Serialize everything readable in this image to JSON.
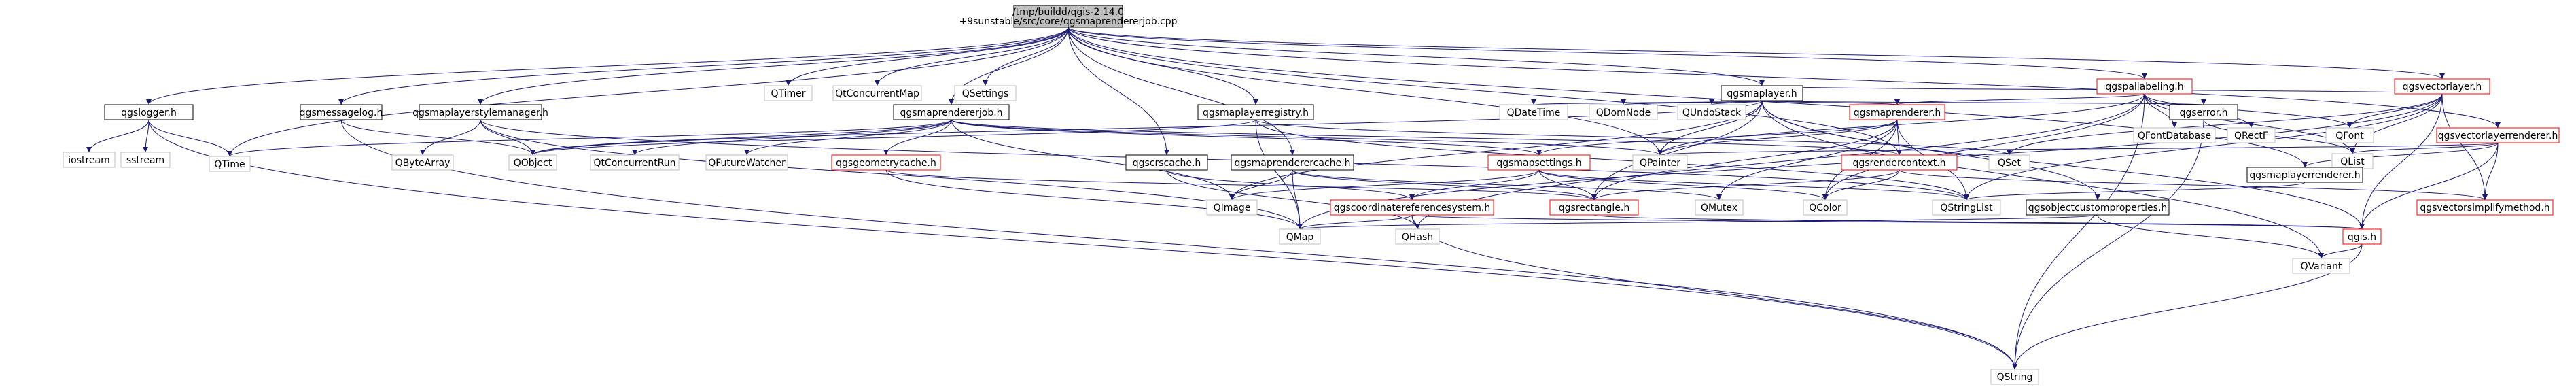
{
  "graph": {
    "nodes": [
      {
        "id": "root",
        "label": [
          "/tmp/buildd/qgis-2.14.0",
          "+9sunstable/src/core/qgsmaprendererjob.cpp"
        ],
        "style": "root"
      },
      {
        "id": "qgslogger",
        "label": [
          "qgslogger.h"
        ],
        "style": "normal"
      },
      {
        "id": "iostream",
        "label": [
          "iostream"
        ],
        "style": "system"
      },
      {
        "id": "sstream",
        "label": [
          "sstream"
        ],
        "style": "system"
      },
      {
        "id": "QTime",
        "label": [
          "QTime"
        ],
        "style": "system"
      },
      {
        "id": "qgsmessagelog",
        "label": [
          "qgsmessagelog.h"
        ],
        "style": "normal"
      },
      {
        "id": "QObject",
        "label": [
          "QObject"
        ],
        "style": "system"
      },
      {
        "id": "qgsmaplayerstylemanager",
        "label": [
          "qgsmaplayerstylemanager.h"
        ],
        "style": "normal"
      },
      {
        "id": "QByteArray",
        "label": [
          "QByteArray"
        ],
        "style": "system"
      },
      {
        "id": "QString",
        "label": [
          "QString"
        ],
        "style": "system"
      },
      {
        "id": "QTimer",
        "label": [
          "QTimer"
        ],
        "style": "system"
      },
      {
        "id": "QtConcurrentMap",
        "label": [
          "QtConcurrentMap"
        ],
        "style": "system"
      },
      {
        "id": "QSettings",
        "label": [
          "QSettings"
        ],
        "style": "system"
      },
      {
        "id": "qgsmaprendererjob",
        "label": [
          "qgsmaprendererjob.h"
        ],
        "style": "normal"
      },
      {
        "id": "QtConcurrentRun",
        "label": [
          "QtConcurrentRun"
        ],
        "style": "system"
      },
      {
        "id": "QFutureWatcher",
        "label": [
          "QFutureWatcher"
        ],
        "style": "system"
      },
      {
        "id": "qgsgeometrycache",
        "label": [
          "qgsgeometrycache.h"
        ],
        "style": "red"
      },
      {
        "id": "qgsmaplayerregistry",
        "label": [
          "qgsmaplayerregistry.h"
        ],
        "style": "normal"
      },
      {
        "id": "qgscrscache",
        "label": [
          "qgscrscache.h"
        ],
        "style": "normal"
      },
      {
        "id": "qgsmaprenderercache",
        "label": [
          "qgsmaprenderercache.h"
        ],
        "style": "normal"
      },
      {
        "id": "qgsmaplayer",
        "label": [
          "qgsmaplayer.h"
        ],
        "style": "normal"
      },
      {
        "id": "QDateTime",
        "label": [
          "QDateTime"
        ],
        "style": "system"
      },
      {
        "id": "QDomNode",
        "label": [
          "QDomNode"
        ],
        "style": "system"
      },
      {
        "id": "QUndoStack",
        "label": [
          "QUndoStack"
        ],
        "style": "system"
      },
      {
        "id": "qgsmaprenderer",
        "label": [
          "qgsmaprenderer.h"
        ],
        "style": "red"
      },
      {
        "id": "qgsmapsettings",
        "label": [
          "qgsmapsettings.h"
        ],
        "style": "red"
      },
      {
        "id": "QPainter",
        "label": [
          "QPainter"
        ],
        "style": "system"
      },
      {
        "id": "qgsrendercontext",
        "label": [
          "qgsrendercontext.h"
        ],
        "style": "red"
      },
      {
        "id": "qgserror",
        "label": [
          "qgserror.h"
        ],
        "style": "normal"
      },
      {
        "id": "QSet",
        "label": [
          "QSet"
        ],
        "style": "system"
      },
      {
        "id": "qgspallabeling",
        "label": [
          "qgspallabeling.h"
        ],
        "style": "red"
      },
      {
        "id": "QFontDatabase",
        "label": [
          "QFontDatabase"
        ],
        "style": "system"
      },
      {
        "id": "QRectF",
        "label": [
          "QRectF"
        ],
        "style": "system"
      },
      {
        "id": "QFont",
        "label": [
          "QFont"
        ],
        "style": "system"
      },
      {
        "id": "qgsvectorlayer",
        "label": [
          "qgsvectorlayer.h"
        ],
        "style": "red"
      },
      {
        "id": "qgsvectorlayerrenderer",
        "label": [
          "qgsvectorlayerrenderer.h"
        ],
        "style": "red"
      },
      {
        "id": "QList",
        "label": [
          "QList"
        ],
        "style": "system"
      },
      {
        "id": "qgsmaplayerrenderer",
        "label": [
          "qgsmaplayerrenderer.h"
        ],
        "style": "normal"
      },
      {
        "id": "QImage",
        "label": [
          "QImage"
        ],
        "style": "system"
      },
      {
        "id": "qgscoordinatereferencesystem",
        "label": [
          "qgscoordinatereferencesystem.h"
        ],
        "style": "red"
      },
      {
        "id": "qgsrectangle",
        "label": [
          "qgsrectangle.h"
        ],
        "style": "red"
      },
      {
        "id": "QMutex",
        "label": [
          "QMutex"
        ],
        "style": "system"
      },
      {
        "id": "QColor",
        "label": [
          "QColor"
        ],
        "style": "system"
      },
      {
        "id": "QStringList",
        "label": [
          "QStringList"
        ],
        "style": "system"
      },
      {
        "id": "qgsobjectcustomproperties",
        "label": [
          "qgsobjectcustomproperties.h"
        ],
        "style": "normal"
      },
      {
        "id": "qgsvectorsimplifymethod",
        "label": [
          "qgsvectorsimplifymethod.h"
        ],
        "style": "red"
      },
      {
        "id": "QMap",
        "label": [
          "QMap"
        ],
        "style": "system"
      },
      {
        "id": "QHash",
        "label": [
          "QHash"
        ],
        "style": "system"
      },
      {
        "id": "qgis",
        "label": [
          "qgis.h"
        ],
        "style": "red"
      },
      {
        "id": "QVariant",
        "label": [
          "QVariant"
        ],
        "style": "system"
      }
    ],
    "edges": [
      [
        "root",
        "qgslogger"
      ],
      [
        "root",
        "QTime"
      ],
      [
        "root",
        "qgsmessagelog"
      ],
      [
        "root",
        "qgsmaplayerstylemanager"
      ],
      [
        "root",
        "QTimer"
      ],
      [
        "root",
        "QtConcurrentMap"
      ],
      [
        "root",
        "QSettings"
      ],
      [
        "root",
        "qgsmaprendererjob"
      ],
      [
        "root",
        "qgsmaplayerregistry"
      ],
      [
        "root",
        "qgscrscache"
      ],
      [
        "root",
        "qgsmaprenderercache"
      ],
      [
        "root",
        "qgsmaplayer"
      ],
      [
        "root",
        "QPainter"
      ],
      [
        "root",
        "qgsrendercontext"
      ],
      [
        "root",
        "qgspallabeling"
      ],
      [
        "root",
        "qgsvectorlayer"
      ],
      [
        "root",
        "qgsvectorlayerrenderer"
      ],
      [
        "root",
        "qgsmaplayerrenderer"
      ],
      [
        "qgslogger",
        "iostream"
      ],
      [
        "qgslogger",
        "sstream"
      ],
      [
        "qgslogger",
        "QTime"
      ],
      [
        "qgslogger",
        "QString"
      ],
      [
        "qgsmessagelog",
        "QObject"
      ],
      [
        "qgsmessagelog",
        "QString"
      ],
      [
        "qgsmaplayerstylemanager",
        "QByteArray"
      ],
      [
        "qgsmaplayerstylemanager",
        "QObject"
      ],
      [
        "qgsmaplayerstylemanager",
        "QMap"
      ],
      [
        "qgsmaplayerstylemanager",
        "QStringList"
      ],
      [
        "qgsmaprendererjob",
        "QTime"
      ],
      [
        "qgsmaprendererjob",
        "QObject"
      ],
      [
        "qgsmaprendererjob",
        "QtConcurrentRun"
      ],
      [
        "qgsmaprendererjob",
        "QFutureWatcher"
      ],
      [
        "qgsmaprendererjob",
        "qgsgeometrycache"
      ],
      [
        "qgsmaprendererjob",
        "QPainter"
      ],
      [
        "qgsmaprendererjob",
        "QImage"
      ],
      [
        "qgsmaprendererjob",
        "qgsmapsettings"
      ],
      [
        "qgsmaprendererjob",
        "qgsrendercontext"
      ],
      [
        "qgsgeometrycache",
        "QMap"
      ],
      [
        "qgsgeometrycache",
        "qgsrectangle"
      ],
      [
        "qgsmaplayerregistry",
        "QObject"
      ],
      [
        "qgsmaplayerregistry",
        "QMap"
      ],
      [
        "qgsmaplayerregistry",
        "QSet"
      ],
      [
        "qgsmaplayerregistry",
        "QStringList"
      ],
      [
        "qgscrscache",
        "qgscoordinatereferencesystem"
      ],
      [
        "qgscrscache",
        "QHash"
      ],
      [
        "qgsmaprenderercache",
        "QMap"
      ],
      [
        "qgsmaprenderercache",
        "QImage"
      ],
      [
        "qgsmaprenderercache",
        "QMutex"
      ],
      [
        "qgsmaprenderercache",
        "qgsrectangle"
      ],
      [
        "qgsmaplayer",
        "QDateTime"
      ],
      [
        "qgsmaplayer",
        "QDomNode"
      ],
      [
        "qgsmaplayer",
        "QUndoStack"
      ],
      [
        "qgsmaplayer",
        "QImage"
      ],
      [
        "qgsmaplayer",
        "QObject"
      ],
      [
        "qgsmaplayer",
        "QPainter"
      ],
      [
        "qgsmaplayer",
        "qgsmaprenderer"
      ],
      [
        "qgsmaplayer",
        "qgsrectangle"
      ],
      [
        "qgsmaplayer",
        "qgserror"
      ],
      [
        "qgsmaplayer",
        "qgsobjectcustomproperties"
      ],
      [
        "qgsmaplayer",
        "QVariant"
      ],
      [
        "qgsmaplayer",
        "qgis"
      ],
      [
        "qgsmaprenderer",
        "QMutex"
      ],
      [
        "qgsmaprenderer",
        "QSize_placeholder"
      ],
      [
        "qgsmaprenderer",
        "QStringList"
      ],
      [
        "qgsmaprenderer",
        "QPainter"
      ],
      [
        "qgsmaprenderer",
        "qgsrectangle"
      ],
      [
        "qgsmaprenderer",
        "qgsrendercontext"
      ],
      [
        "qgsmaprenderer",
        "qgsmapsettings"
      ],
      [
        "qgsmaprenderer",
        "QColor"
      ],
      [
        "qgsmapsettings",
        "QColor"
      ],
      [
        "qgsmapsettings",
        "QImage"
      ],
      [
        "qgsmapsettings",
        "qgscoordinatereferencesystem"
      ],
      [
        "qgsmapsettings",
        "qgsrectangle"
      ],
      [
        "qgsmapsettings",
        "QStringList"
      ],
      [
        "qgsrendercontext",
        "QColor"
      ],
      [
        "qgsrendercontext",
        "qgsrectangle"
      ],
      [
        "qgsrendercontext",
        "qgsvectorsimplifymethod"
      ],
      [
        "qgserror",
        "QString"
      ],
      [
        "qgserror",
        "QList"
      ],
      [
        "qgspallabeling",
        "QString"
      ],
      [
        "qgspallabeling",
        "QFont"
      ],
      [
        "qgspallabeling",
        "QFontDatabase"
      ],
      [
        "qgspallabeling",
        "QColor"
      ],
      [
        "qgspallabeling",
        "QHash"
      ],
      [
        "qgspallabeling",
        "QList"
      ],
      [
        "qgspallabeling",
        "QRectF"
      ],
      [
        "qgspallabeling",
        "qgsmaprenderer"
      ],
      [
        "qgspallabeling",
        "QPainter"
      ],
      [
        "qgsvectorlayer",
        "QMap"
      ],
      [
        "qgsvectorlayer",
        "QSet"
      ],
      [
        "qgsvectorlayer",
        "QList"
      ],
      [
        "qgsvectorlayer",
        "QStringList"
      ],
      [
        "qgsvectorlayer",
        "QFont"
      ],
      [
        "qgsvectorlayer",
        "qgis"
      ],
      [
        "qgsvectorlayer",
        "qgsmaplayer"
      ],
      [
        "qgsvectorlayer",
        "qgsvectorsimplifymethod"
      ],
      [
        "qgsvectorlayerrenderer",
        "qgsmaplayerrenderer"
      ],
      [
        "qgsvectorlayerrenderer",
        "QList"
      ],
      [
        "qgsvectorlayerrenderer",
        "QPainter"
      ],
      [
        "qgsvectorlayerrenderer",
        "qgis"
      ],
      [
        "qgsvectorlayerrenderer",
        "qgsvectorsimplifymethod"
      ],
      [
        "qgsmaplayerrenderer",
        "QStringList"
      ],
      [
        "qgscoordinatereferencesystem",
        "QHash"
      ],
      [
        "qgscoordinatereferencesystem",
        "QMap"
      ],
      [
        "qgscoordinatereferencesystem",
        "qgis"
      ],
      [
        "qgscoordinatereferencesystem",
        "QString"
      ],
      [
        "qgsrectangle",
        "qgis"
      ],
      [
        "qgsrectangle",
        "QRectF_skip"
      ],
      [
        "qgsobjectcustomproperties",
        "QVariant"
      ],
      [
        "qgsobjectcustomproperties",
        "QMap"
      ],
      [
        "qgis",
        "QString"
      ],
      [
        "qgis",
        "QVariant"
      ]
    ]
  },
  "colors": {
    "edge": "#191970",
    "root_fill": "#bfbfbf",
    "normal_border": "#000000",
    "red_border": "#ff0000",
    "system_border": "#bfbfbf",
    "system_text": "#000000"
  }
}
